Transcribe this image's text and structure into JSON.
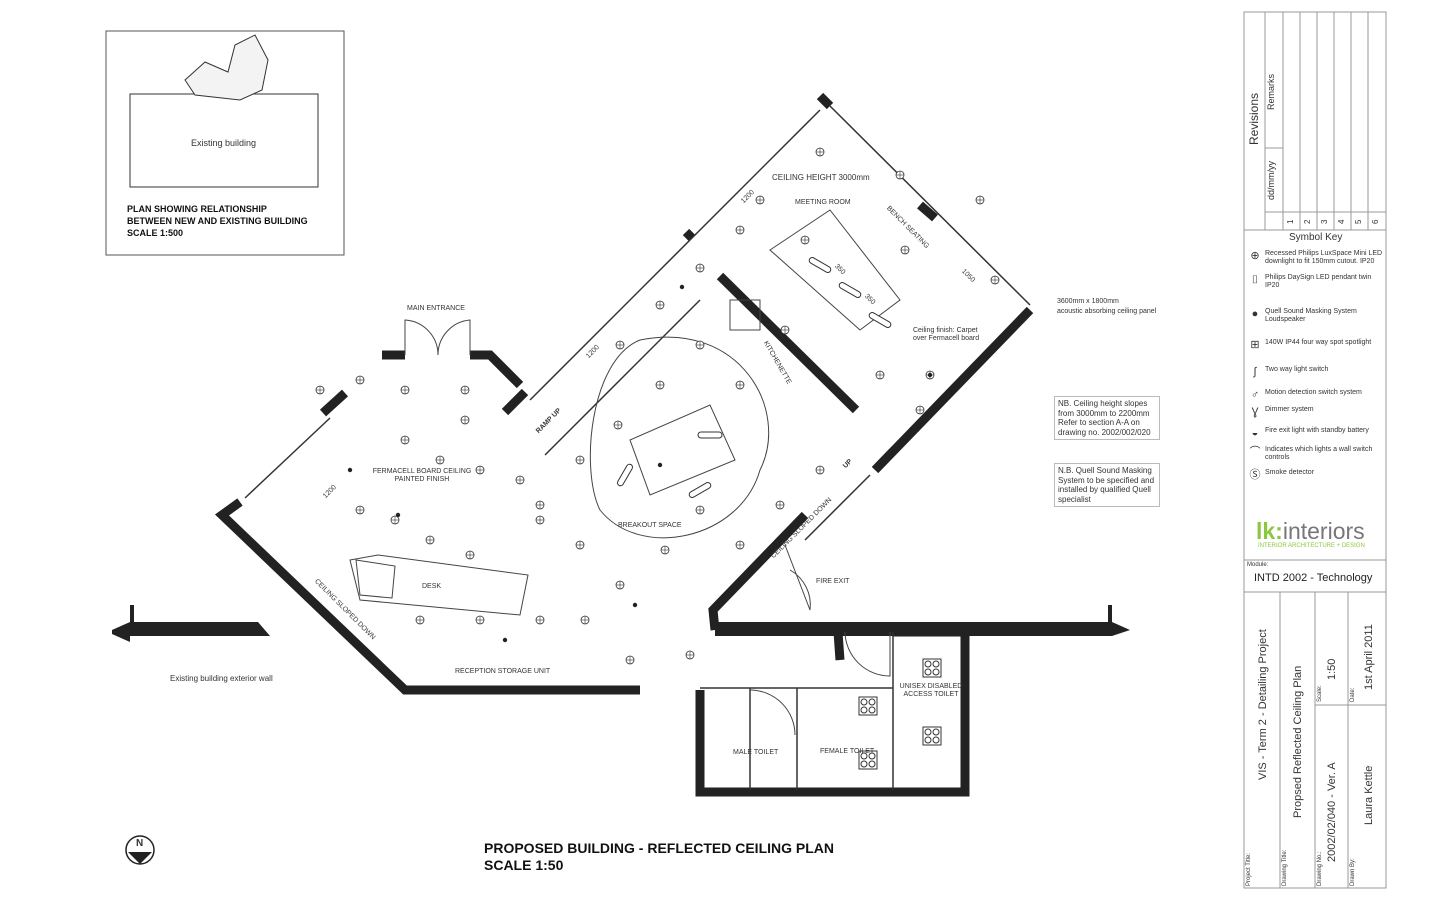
{
  "site_plan": {
    "existing_building": "Existing building",
    "caption_line1": "PLAN SHOWING RELATIONSHIP",
    "caption_line2": "BETWEEN NEW AND EXISTING BUILDING",
    "caption_line3": "SCALE 1:500"
  },
  "plan_labels": {
    "main_entrance": "MAIN ENTRANCE",
    "ceiling_height": "CEILING HEIGHT 3000mm",
    "meeting_room": "MEETING ROOM",
    "bench_seating": "BENCH SEATING",
    "kitchenette": "KITCHENETTE",
    "ramp_up": "RAMP UP",
    "up": "UP",
    "ceiling_finish": "Ceiling finish: Carpet over Fermacell board",
    "fermacell": "FERMACELL BOARD CEILING PAINTED FINISH",
    "breakout": "BREAKOUT SPACE",
    "desk": "DESK",
    "ceiling_sloped_down_1": "CEILING SLOPED DOWN",
    "ceiling_sloped_down_2": "CEILING SLOPED DOWN",
    "fire_exit": "FIRE EXIT",
    "reception_storage": "RECEPTION STORAGE UNIT",
    "existing_wall": "Existing building exterior wall",
    "male_toilet": "MALE TOILET",
    "female_toilet": "FEMALE TOILET",
    "disabled_toilet": "UNISEX DISABLED ACCESS TOILET",
    "dim_1200_a": "1200",
    "dim_1200_b": "1200",
    "dim_1200_c": "1200",
    "dim_1050": "1050",
    "dim_350_a": "350",
    "dim_350_b": "350",
    "panel_note_1": "3600mm x 1800mm",
    "panel_note_2": "acoustic absorbing ceiling panel"
  },
  "notes": {
    "ceiling": "NB. Ceiling height slopes from 3000mm to 2200mm Refer to section A-A on drawing no. 2002/002/020",
    "quell": "N.B. Quell Sound Masking System to be specified and installed by qualified Quell specialist"
  },
  "main_title": {
    "line1": "PROPOSED BUILDING - REFLECTED CEILING PLAN",
    "line2": "SCALE 1:50",
    "north": "N"
  },
  "title_block": {
    "revisions": "Revisions",
    "remarks": "Remarks",
    "date_format": "dd/mm/yy",
    "revision_numbers": [
      "1",
      "2",
      "3",
      "4",
      "5",
      "6"
    ],
    "symbol_key_title": "Symbol Key",
    "symbol_key": [
      {
        "icon": "downlight-icon",
        "label": "Recessed Philips LuxSpace Mini LED downlight to fit 150mm cutout. IP20"
      },
      {
        "icon": "pendant-icon",
        "label": "Philips DaySign LED pendant twin IP20"
      },
      {
        "icon": "speaker-icon",
        "label": "Quell Sound Masking System Loudspeaker"
      },
      {
        "icon": "spotlight-icon",
        "label": "140W IP44 four way spot spotlight"
      },
      {
        "icon": "two-way-switch-icon",
        "label": "Two way light switch"
      },
      {
        "icon": "motion-switch-icon",
        "label": "Motion detection switch system"
      },
      {
        "icon": "dimmer-icon",
        "label": "Dimmer system"
      },
      {
        "icon": "fire-exit-light-icon",
        "label": "Fire exit light with standby battery"
      },
      {
        "icon": "switch-wire-icon",
        "label": "Indicates which lights a wall switch controls"
      },
      {
        "icon": "smoke-detector-icon",
        "label": "Smoke detector"
      }
    ],
    "logo_lk": "lk:",
    "logo_interiors": "interiors",
    "logo_tagline": "INTERIOR ARCHITECTURE + DESIGN",
    "module_label": "Module:",
    "module": "INTD 2002 - Technology",
    "project_title_label": "Project Title:",
    "project_title": "VIS - Term 2 - Detailing Project",
    "drawing_title_label": "Drawing Title:",
    "drawing_title": "Propsed Reflected Ceiling Plan",
    "drawing_no_label": "Drawing No.:",
    "drawing_no": "2002/02/040 - Ver. A",
    "scale_label": "Scale:",
    "scale": "1:50",
    "drawn_by_label": "Drawn By:",
    "drawn_by": "Laura Kettle",
    "date_label": "Date:",
    "date": "1st April 2011",
    "accent_green": "#8dc63f"
  }
}
